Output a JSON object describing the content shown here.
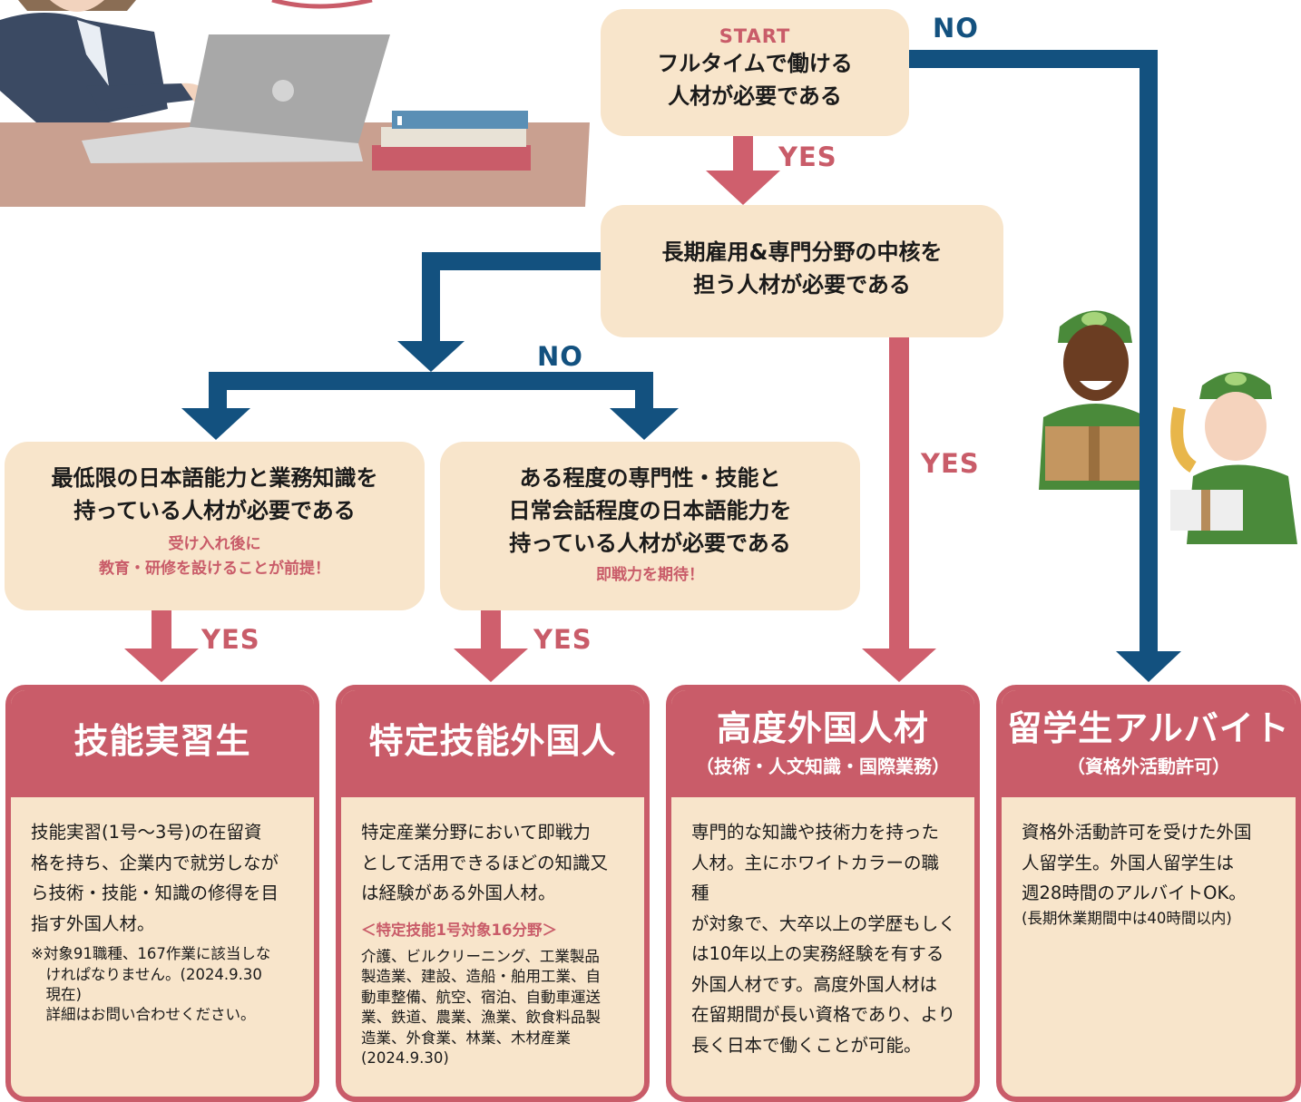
{
  "flow": {
    "start_label": "START",
    "q1": [
      "フルタイムで働ける",
      "人材が必要である"
    ],
    "q2": [
      "長期雇用&専門分野の中核を",
      "担う人材が必要である"
    ],
    "q3": {
      "main": [
        "最低限の日本語能力と業務知識を",
        "持っている人材が必要である"
      ],
      "note": [
        "受け入れ後に",
        "教育・研修を設けることが前提！"
      ]
    },
    "q4": {
      "main": [
        "ある程度の専門性・技能と",
        "日常会話程度の日本語能力を",
        "持っている人材が必要である"
      ],
      "note": "即戦力を期待！"
    },
    "labels": {
      "no_top": "NO",
      "yes_1": "YES",
      "no_mid": "NO",
      "yes_right": "YES",
      "yes_left": "YES",
      "yes_center": "YES"
    }
  },
  "cards": [
    {
      "title": "技能実習生",
      "subtitle": "",
      "body": [
        "技能実習(1号～3号)の在留資",
        "格を持ち、企業内で就労しなが",
        "ら技術・技能・知識の修得を目",
        "指す外国人材。"
      ],
      "notes": [
        "※対象91職種、167作業に該当しな",
        "　けれぱなりません。(2024.9.30",
        "　現在)",
        "　詳細はお問い合わせください。"
      ]
    },
    {
      "title": "特定技能外国人",
      "subtitle": "",
      "body": [
        "特定産業分野において即戦力",
        "として活用できるほどの知識又",
        "は経験がある外国人材。"
      ],
      "sub_heading": "＜特定技能1号対象16分野＞",
      "fields": [
        "介護、ビルクリーニング、工業製品",
        "製造業、建設、造船・舶用工業、自",
        "動車整備、航空、宿泊、自動車運送",
        "業、鉄道、農業、漁業、飲食料品製",
        "造業、外食業、林業、木材産業",
        "(2024.9.30)"
      ]
    },
    {
      "title": "高度外国人材",
      "subtitle": "（技術・人文知識・国際業務）",
      "body": [
        "専門的な知識や技術力を持った",
        "人材。主にホワイトカラーの職種",
        "が対象で、大卒以上の学歴もしく",
        "は10年以上の実務経験を有する",
        "外国人材です。高度外国人材は",
        "在留期間が長い資格であり、より",
        "長く日本で働くことが可能。"
      ]
    },
    {
      "title": "留学生アルバイト",
      "subtitle": "（資格外活動許可）",
      "body": [
        "資格外活動許可を受けた外国",
        "人留学生。外国人留学生は",
        "週28時間のアルバイトOK。"
      ],
      "note": "(長期休業期間中は40時間以内)"
    }
  ],
  "colors": {
    "pink": "#c95c69",
    "navy": "#13517f",
    "cream": "#f8e5cb"
  },
  "illustrations": [
    "office-worker-laptop",
    "delivery-workers"
  ]
}
